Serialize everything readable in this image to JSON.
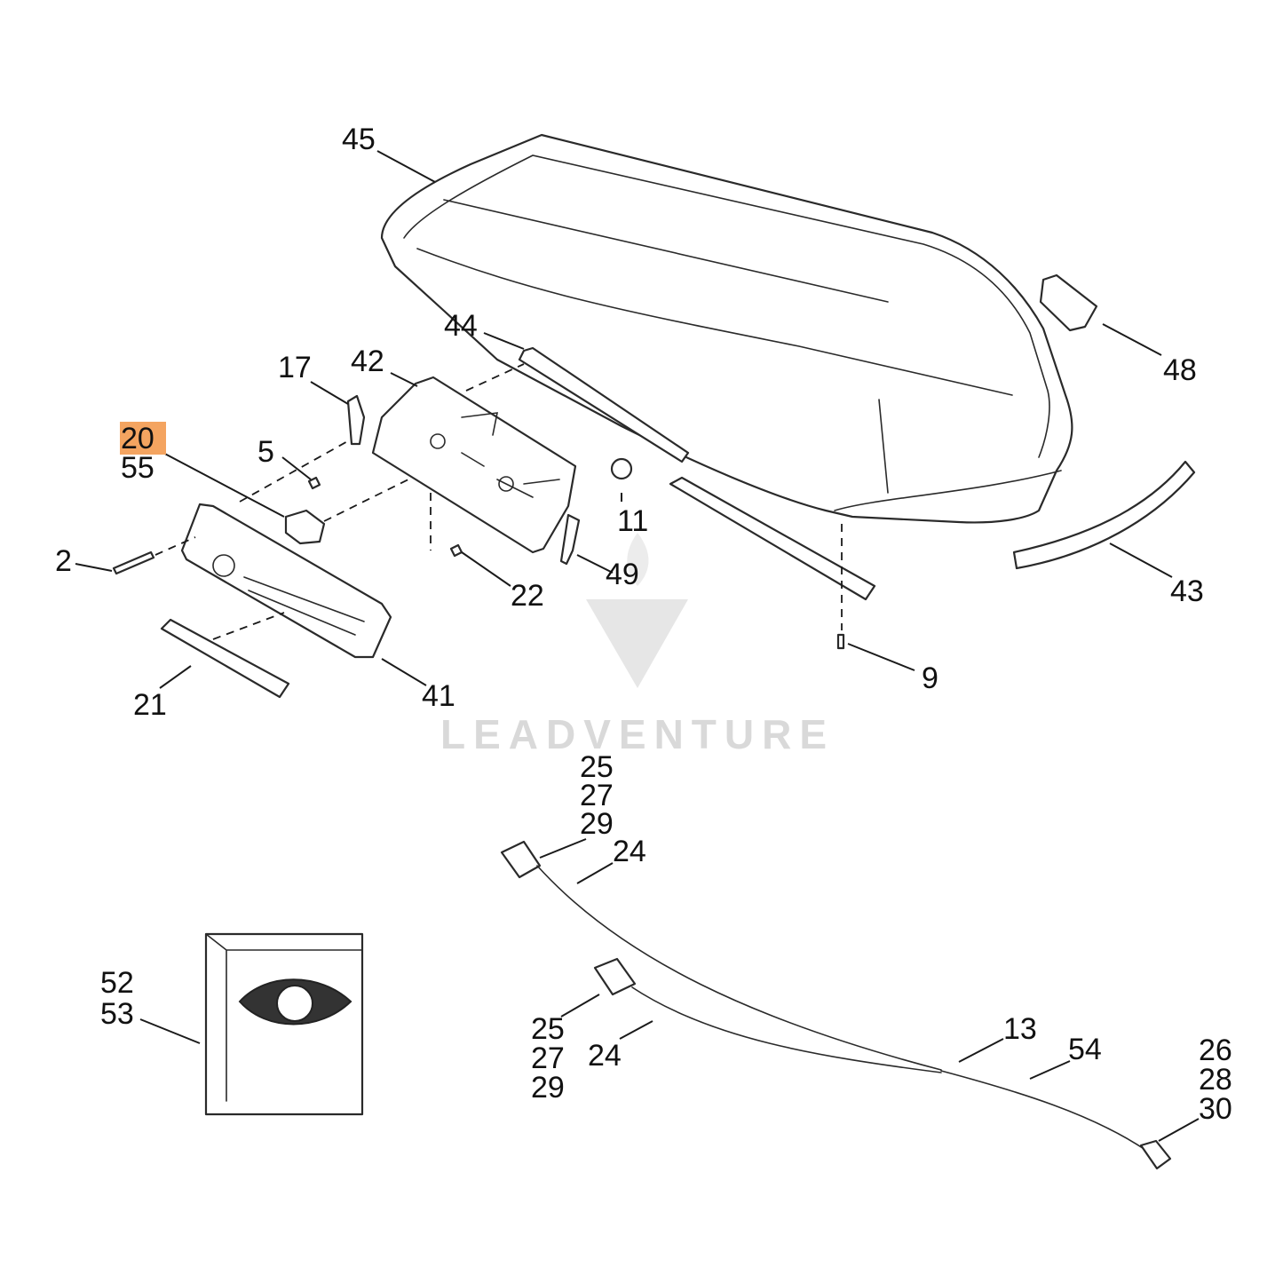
{
  "diagram": {
    "highlight_color": "#f4a460",
    "watermark": {
      "text": "LEADVENTURE",
      "color": "#d9d9d9"
    },
    "callouts": {
      "c45": "45",
      "c44": "44",
      "c42": "42",
      "c17": "17",
      "c48": "48",
      "c20": "20",
      "c55": "55",
      "c5": "5",
      "c11": "11",
      "c2": "2",
      "c49": "49",
      "c22": "22",
      "c43": "43",
      "c9": "9",
      "c21": "21",
      "c41": "41",
      "c25a": "25",
      "c27a": "27",
      "c29a": "29",
      "c24a": "24",
      "c52": "52",
      "c53": "53",
      "c25b": "25",
      "c27b": "27",
      "c29b": "29",
      "c24b": "24",
      "c13": "13",
      "c54": "54",
      "c26": "26",
      "c28": "28",
      "c30": "30"
    },
    "highlighted_callout": "20"
  }
}
